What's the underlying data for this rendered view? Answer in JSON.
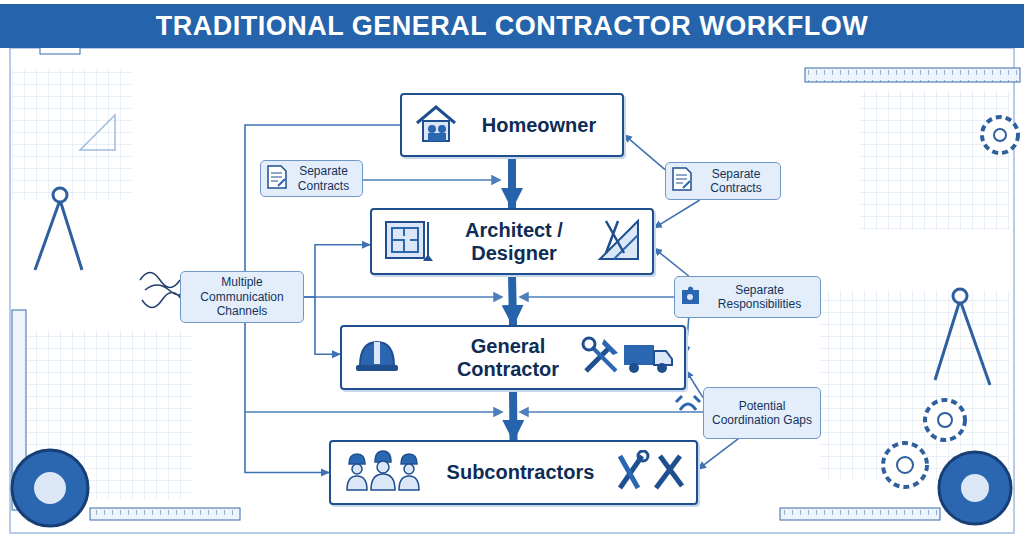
{
  "diagram": {
    "title": "TRADITIONAL GENERAL CONTRACTOR WORKFLOW",
    "nodes": [
      {
        "text": [
          "Homeowner"
        ]
      },
      {
        "text": [
          "Separate Contracts"
        ]
      },
      {
        "text": [
          "Separate Contracts"
        ]
      },
      {
        "text": [
          "Architect / Designer"
        ]
      },
      {
        "text": [
          "Multiple Communication Channels"
        ]
      },
      {
        "text": [
          "Separate Responsibilities"
        ]
      },
      {
        "text": [
          "General Contractor"
        ]
      },
      {
        "text": [
          "Potential Coordination Gaps"
        ]
      },
      {
        "text": [
          "Subcontractors"
        ]
      }
    ],
    "edges": [
      {
        "from": 0,
        "to": 3,
        "arrow": "to"
      },
      {
        "from": 3,
        "to": 6,
        "arrow": "to"
      },
      {
        "from": 6,
        "to": 8,
        "arrow": "to"
      },
      {
        "from": 0,
        "to": 8,
        "arrow": "to"
      },
      {
        "from": 2,
        "to": 0,
        "arrow": "to"
      },
      {
        "from": 2,
        "to": 3,
        "arrow": "to"
      },
      {
        "from": 4,
        "to": 3,
        "arrow": "to"
      },
      {
        "from": 4,
        "to": 6,
        "arrow": "to"
      },
      {
        "from": 5,
        "to": 3,
        "arrow": "to"
      },
      {
        "from": 5,
        "to": 6,
        "arrow": "to"
      },
      {
        "from": 7,
        "to": 6,
        "arrow": "to"
      },
      {
        "from": 7,
        "to": 8,
        "arrow": "to"
      }
    ]
  }
}
